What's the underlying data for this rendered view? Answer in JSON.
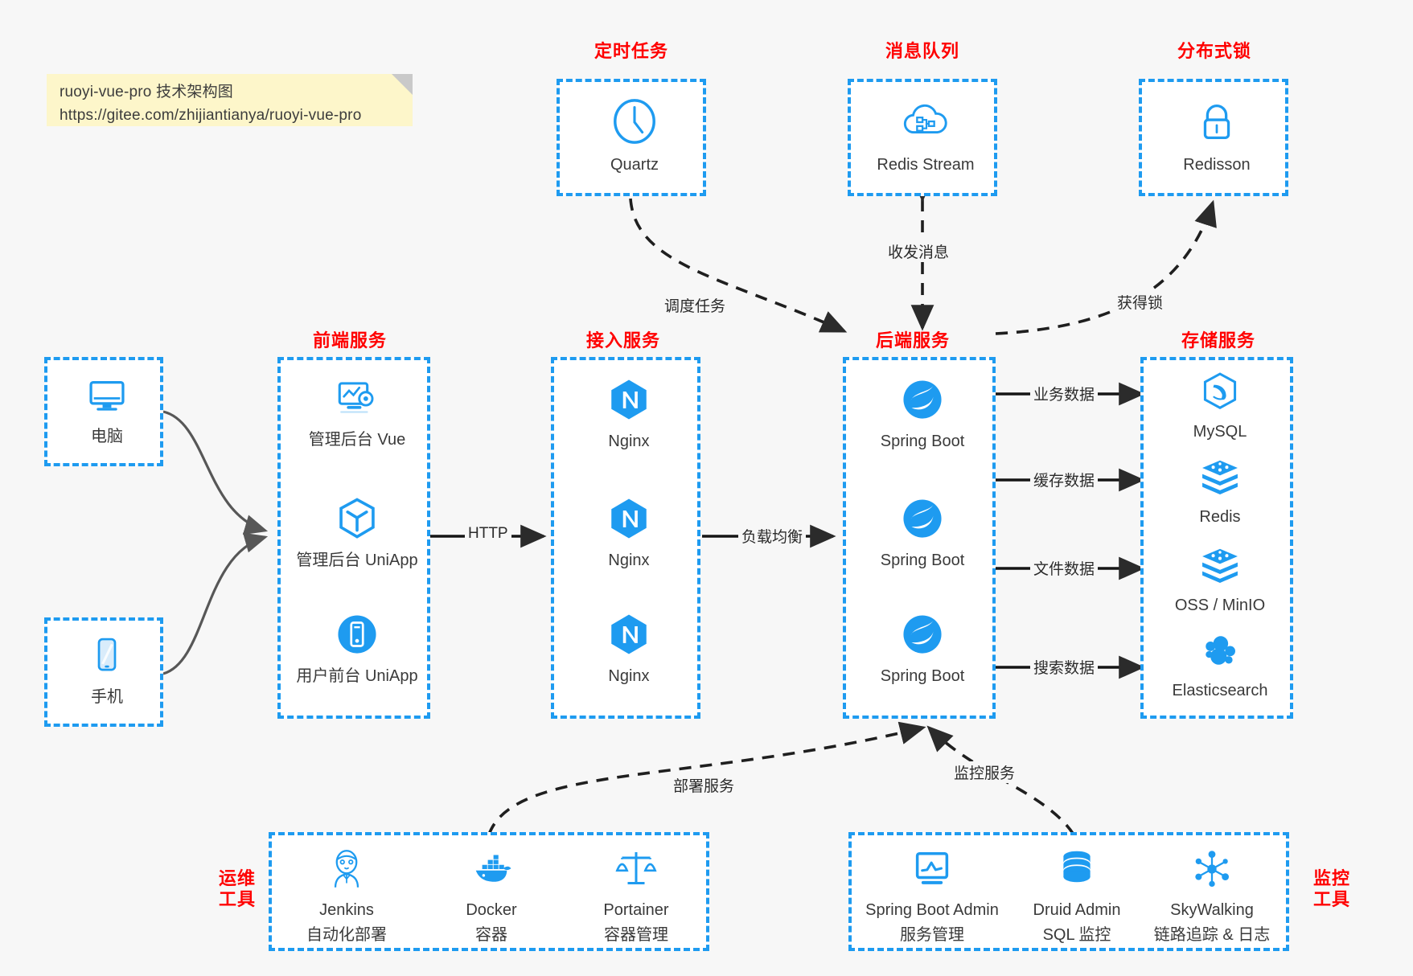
{
  "note": {
    "line1": "ruoyi-vue-pro 技术架构图",
    "line2": "https://gitee.com/zhijiantianya/ruoyi-vue-pro"
  },
  "colors": {
    "accent": "#1e9bf0",
    "title": "#ff0000",
    "canvas": "#f7f7f7",
    "note_bg": "#fdf6ca",
    "text": "#3a3a3a"
  },
  "groups": {
    "scheduler": {
      "title": "定时任务"
    },
    "mq": {
      "title": "消息队列"
    },
    "lock": {
      "title": "分布式锁"
    },
    "frontend": {
      "title": "前端服务"
    },
    "gateway": {
      "title": "接入服务"
    },
    "backend": {
      "title": "后端服务"
    },
    "storage": {
      "title": "存储服务"
    },
    "devops": {
      "title_line1": "运维",
      "title_line2": "工具"
    },
    "monitor": {
      "title_line1": "监控",
      "title_line2": "工具"
    }
  },
  "clients": [
    {
      "label": "电脑",
      "icon": "desktop-monitor-icon"
    },
    {
      "label": "手机",
      "icon": "mobile-phone-icon"
    }
  ],
  "scheduler_nodes": [
    {
      "label": "Quartz",
      "icon": "clock-icon"
    }
  ],
  "mq_nodes": [
    {
      "label": "Redis Stream",
      "icon": "cloud-stream-icon"
    }
  ],
  "lock_nodes": [
    {
      "label": "Redisson",
      "icon": "padlock-icon"
    }
  ],
  "frontend_nodes": [
    {
      "label": "管理后台 Vue",
      "icon": "dashboard-gear-icon"
    },
    {
      "label": "管理后台 UniApp",
      "icon": "uniapp-cube-icon"
    },
    {
      "label": "用户前台 UniApp",
      "icon": "mobile-app-icon"
    }
  ],
  "gateway_nodes": [
    {
      "label": "Nginx",
      "icon": "nginx-icon"
    },
    {
      "label": "Nginx",
      "icon": "nginx-icon"
    },
    {
      "label": "Nginx",
      "icon": "nginx-icon"
    }
  ],
  "backend_nodes": [
    {
      "label": "Spring Boot",
      "icon": "spring-boot-icon"
    },
    {
      "label": "Spring Boot",
      "icon": "spring-boot-icon"
    },
    {
      "label": "Spring Boot",
      "icon": "spring-boot-icon"
    }
  ],
  "storage_nodes": [
    {
      "label": "MySQL",
      "icon": "mysql-dolphin-icon"
    },
    {
      "label": "Redis",
      "icon": "redis-stack-icon"
    },
    {
      "label": "OSS / MinIO",
      "icon": "redis-stack-icon"
    },
    {
      "label": "Elasticsearch",
      "icon": "elasticsearch-icon"
    }
  ],
  "devops_nodes": [
    {
      "label": "Jenkins",
      "sub": "自动化部署",
      "icon": "jenkins-butler-icon"
    },
    {
      "label": "Docker",
      "sub": "容器",
      "icon": "docker-whale-icon"
    },
    {
      "label": "Portainer",
      "sub": "容器管理",
      "icon": "scales-balance-icon"
    }
  ],
  "monitor_nodes": [
    {
      "label": "Spring Boot Admin",
      "sub": "服务管理",
      "icon": "monitor-chart-icon"
    },
    {
      "label": "Druid Admin",
      "sub": "SQL 监控",
      "icon": "database-cylinder-icon"
    },
    {
      "label": "SkyWalking",
      "sub": "链路追踪 & 日志",
      "icon": "skywalking-node-icon"
    }
  ],
  "edges": {
    "http": "HTTP",
    "load_balance": "负载均衡",
    "schedule_task": "调度任务",
    "send_recv_message": "收发消息",
    "acquire_lock": "获得锁",
    "business_data": "业务数据",
    "cache_data": "缓存数据",
    "file_data": "文件数据",
    "search_data": "搜索数据",
    "deploy_service": "部署服务",
    "monitor_service": "监控服务"
  }
}
